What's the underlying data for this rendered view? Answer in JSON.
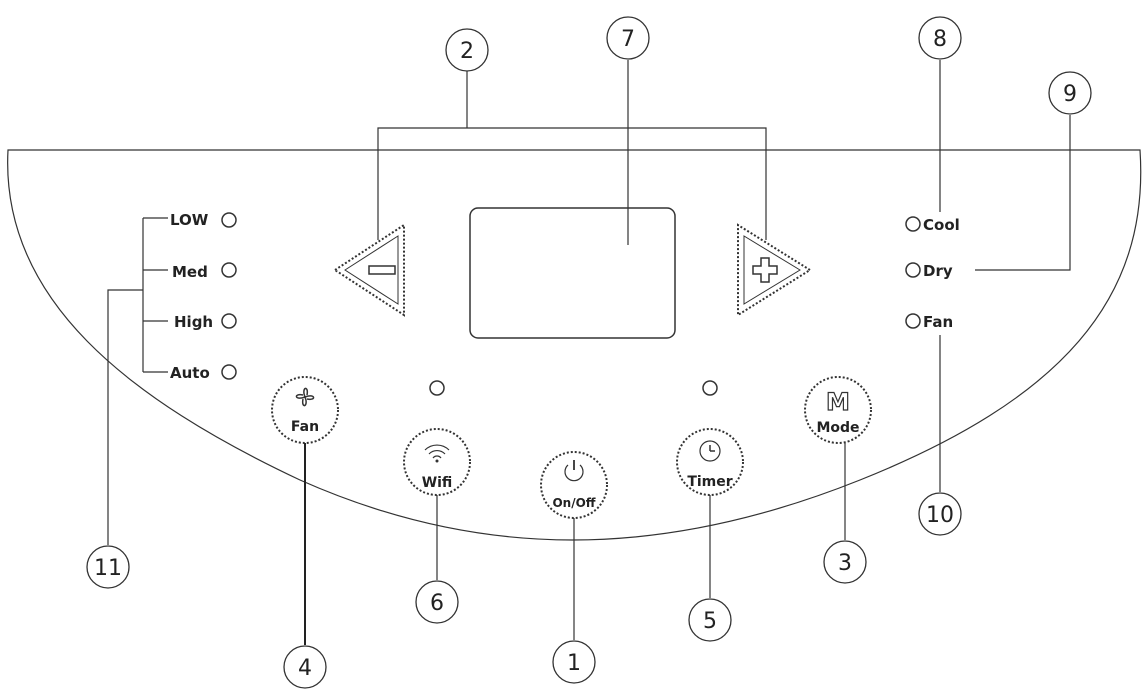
{
  "fan_speeds": {
    "low": "LOW",
    "med": "Med",
    "high": "High",
    "auto": "Auto"
  },
  "modes": {
    "cool": "Cool",
    "dry": "Dry",
    "fan": "Fan"
  },
  "buttons": {
    "fan": "Fan",
    "wifi": "Wifi",
    "power": "On/Off",
    "timer": "Timer",
    "mode": "Mode",
    "mode_glyph": "M"
  },
  "icons": {
    "fan": "fan-icon",
    "wifi": "wifi-icon",
    "power": "power-icon",
    "timer": "clock-icon",
    "mode": "m-letter-icon",
    "minus": "minus-icon",
    "plus": "plus-icon"
  },
  "callouts": {
    "c1": "1",
    "c2": "2",
    "c3": "3",
    "c4": "4",
    "c5": "5",
    "c6": "6",
    "c7": "7",
    "c8": "8",
    "c9": "9",
    "c10": "10",
    "c11": "11"
  }
}
